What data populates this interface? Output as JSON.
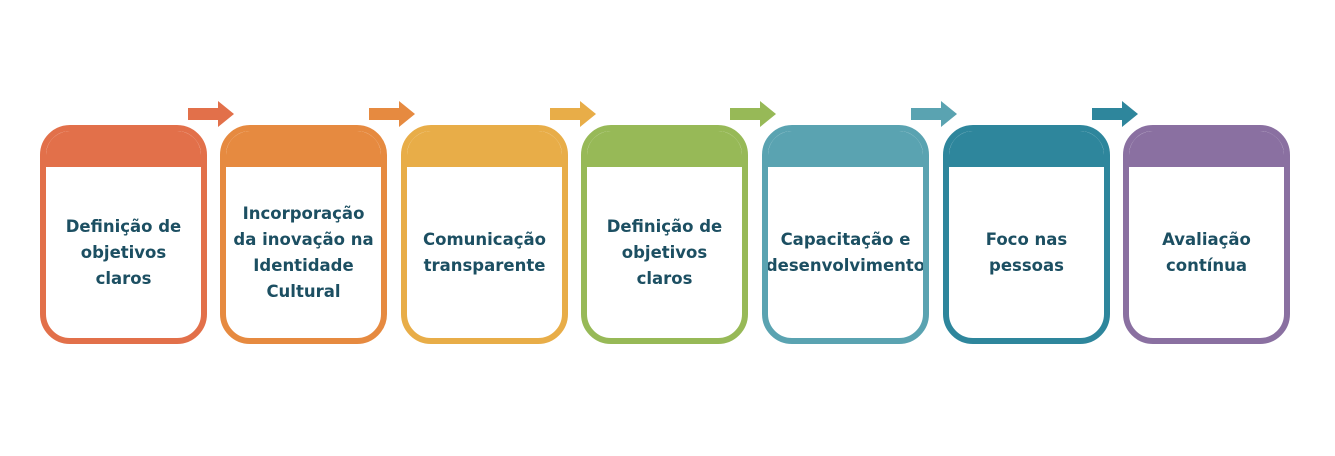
{
  "steps": [
    {
      "label": "Definição de objetivos claros",
      "color": "#e2704a"
    },
    {
      "label": "Incorporação da inovação na Identidade Cultural",
      "color": "#e68a40"
    },
    {
      "label": "Comunicação transparente",
      "color": "#e8ad48"
    },
    {
      "label": "Definição de objetivos claros",
      "color": "#97b957"
    },
    {
      "label": "Capacitação e desenvolvimento",
      "color": "#5aa3b1"
    },
    {
      "label": "Foco nas pessoas",
      "color": "#2e869c"
    },
    {
      "label": "Avaliação contínua",
      "color": "#8a70a1"
    }
  ],
  "text_color": "#1c4f62"
}
